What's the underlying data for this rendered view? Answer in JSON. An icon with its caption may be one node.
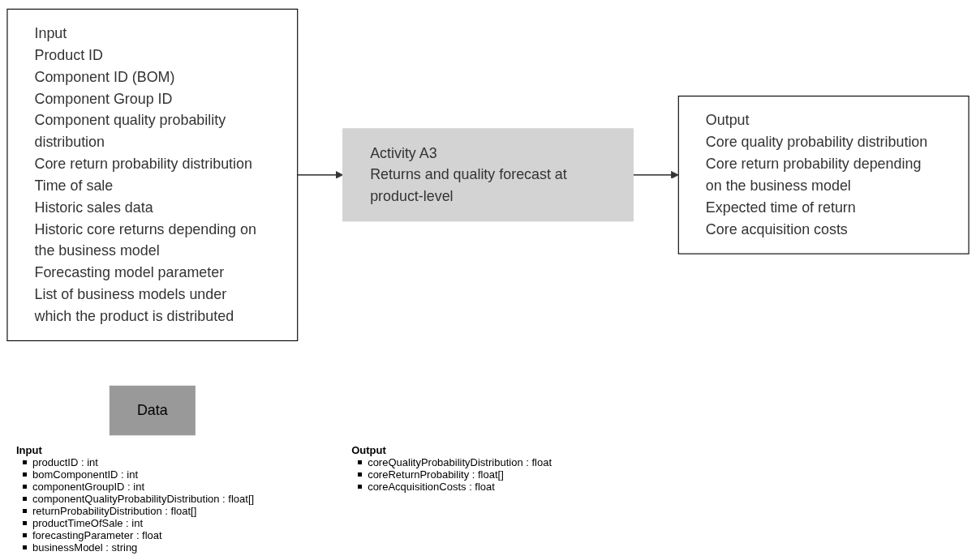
{
  "diagram": {
    "nodes": [
      {
        "text": [
          "Input",
          "Product ID",
          "Component ID (BOM)",
          "Component Group ID",
          "Component quality probability distribution",
          "Core return probability distribution",
          "Time of sale",
          "Historic sales data",
          "Historic core returns depending on the business model",
          "Forecasting model parameter",
          "List of business models under which the product is distributed"
        ]
      },
      {
        "text": [
          "Activity A3",
          "Returns and quality forecast at product-level"
        ]
      },
      {
        "text": [
          "Output",
          "Core quality probability distribution",
          "Core return probability depending on the business model",
          "Expected time of return",
          "Core acquisition costs"
        ]
      },
      {
        "text": [
          "Data"
        ]
      }
    ],
    "edges": [
      {
        "from": 0,
        "to": 1,
        "arrow": "to"
      },
      {
        "from": 1,
        "to": 2,
        "arrow": "to"
      }
    ],
    "labels": [
      "Input",
      "productID : int",
      "bomComponentID : int",
      "componentGroupID : int",
      "componentQualityProbabilityDistribution : float[]",
      "returnProbabilityDistribution : float[]",
      "productTimeOfSale : int",
      "forecastingParameter : float",
      "businessModel : string",
      "Output",
      "coreQualityProbabilityDistribution : float",
      "coreReturnProbability : float[]",
      "coreAcquisitionCosts : float"
    ]
  }
}
